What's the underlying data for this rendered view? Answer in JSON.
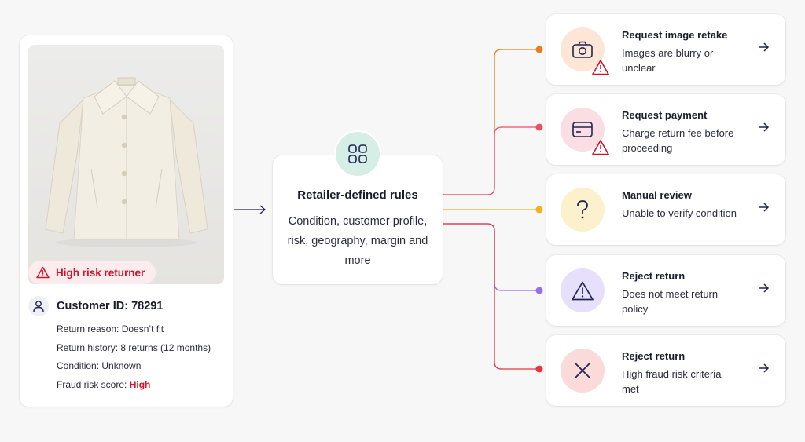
{
  "customer": {
    "risk_label": "High risk returner",
    "id_label": "Customer ID: 78291",
    "return_reason": "Return reason: Doesn’t fit",
    "return_history": "Return history: 8 returns (12 months)",
    "condition": "Condition: Unknown",
    "fraud_prefix": "Fraud risk score: ",
    "fraud_value": "High"
  },
  "rules": {
    "title": "Retailer-defined rules",
    "description": "Condition, customer profile, risk, geography, margin and more"
  },
  "outcomes": [
    {
      "title": "Request image retake",
      "description": "Images are blurry or unclear",
      "icon": "camera-icon",
      "color": "#f07b1a",
      "bg": "#fde6d6"
    },
    {
      "title": "Request payment",
      "description": "Charge return fee before proceeding",
      "icon": "card-icon",
      "color": "#e8506a",
      "bg": "#fbdde4"
    },
    {
      "title": "Manual review",
      "description": "Unable to verify condition",
      "icon": "question-icon",
      "color": "#f2b21b",
      "bg": "#fdf0cd"
    },
    {
      "title": "Reject return",
      "description": "Does not meet return policy",
      "icon": "warning-icon",
      "color": "#9b6cf0",
      "bg": "#e6e0fb"
    },
    {
      "title": "Reject return",
      "description": "High fraud risk criteria met",
      "icon": "x-icon",
      "color": "#e8353b",
      "bg": "#fbdada"
    }
  ],
  "colors": {
    "alert_red": "#d0152a",
    "navy": "#1f2650",
    "rules_green": "#d6efe6"
  }
}
